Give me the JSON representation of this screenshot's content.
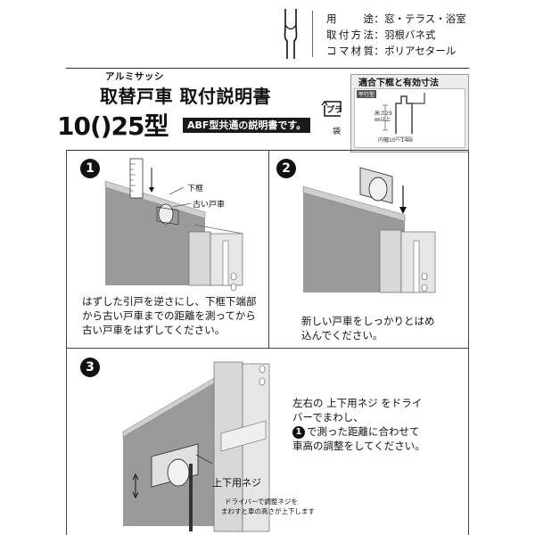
{
  "spec": {
    "rows": [
      {
        "label": "用途",
        "value": "窓・テラス・浴室"
      },
      {
        "label": "取付方法",
        "value": "羽根バネ式"
      },
      {
        "label": "コマ材質",
        "value": "ポリアセタール"
      }
    ],
    "separator": "："
  },
  "header": {
    "kana": "アルミサッシ",
    "title": "取替戸車 取付説明書",
    "model": "10()25型",
    "abf_note": "ABF型共通の説明書です。",
    "recycle_mark": "プラ",
    "recycle_label": "袋"
  },
  "fit_box": {
    "heading": "適合下框と有効寸法",
    "tag": "平行型",
    "height_label": "高さ29㎜以上",
    "width_label": "内幅10～14㎜"
  },
  "step1": {
    "number": "1",
    "label_frame": "下框",
    "label_old": "古い戸車",
    "text": "はずした引戸を逆さにし、下框下端部から古い戸車までの距離を測ってから古い戸車をはずしてください。"
  },
  "step2": {
    "number": "2",
    "text": "新しい戸車をしっかりとはめ込んでください。"
  },
  "step3": {
    "number": "3",
    "text_a": "左右の 上下用ネジ をドライバーでまわし、",
    "inline_ref": "1",
    "text_b": "で測った距離に合わせて車高の調整をしてください。",
    "label_screw": "上下用ネジ",
    "note_line1": "ドライバーで調整ネジを",
    "note_line2": "まわすと車の高さが上下します"
  }
}
